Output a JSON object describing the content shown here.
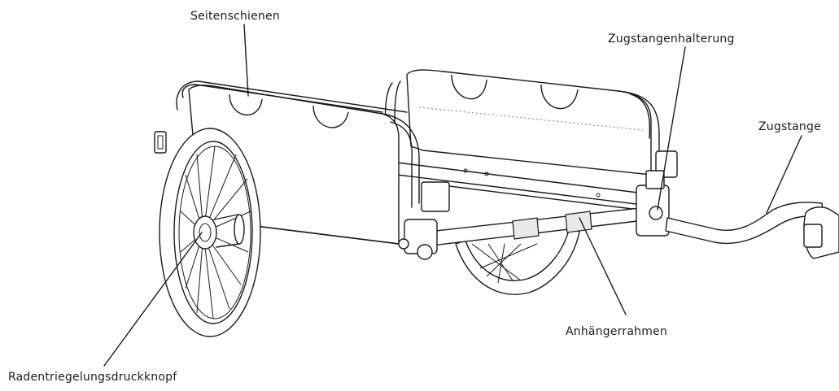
{
  "labels": {
    "side_rails": "Seitenschienen",
    "tow_bar_mount": "Zugstangenhalterung",
    "tow_bar": "Zugstange",
    "trailer_frame": "Anhängerrahmen",
    "wheel_release_button": "Radentriegelungsdruckknopf"
  },
  "colors": {
    "line": "#1a1a1a",
    "background": "#ffffff"
  }
}
